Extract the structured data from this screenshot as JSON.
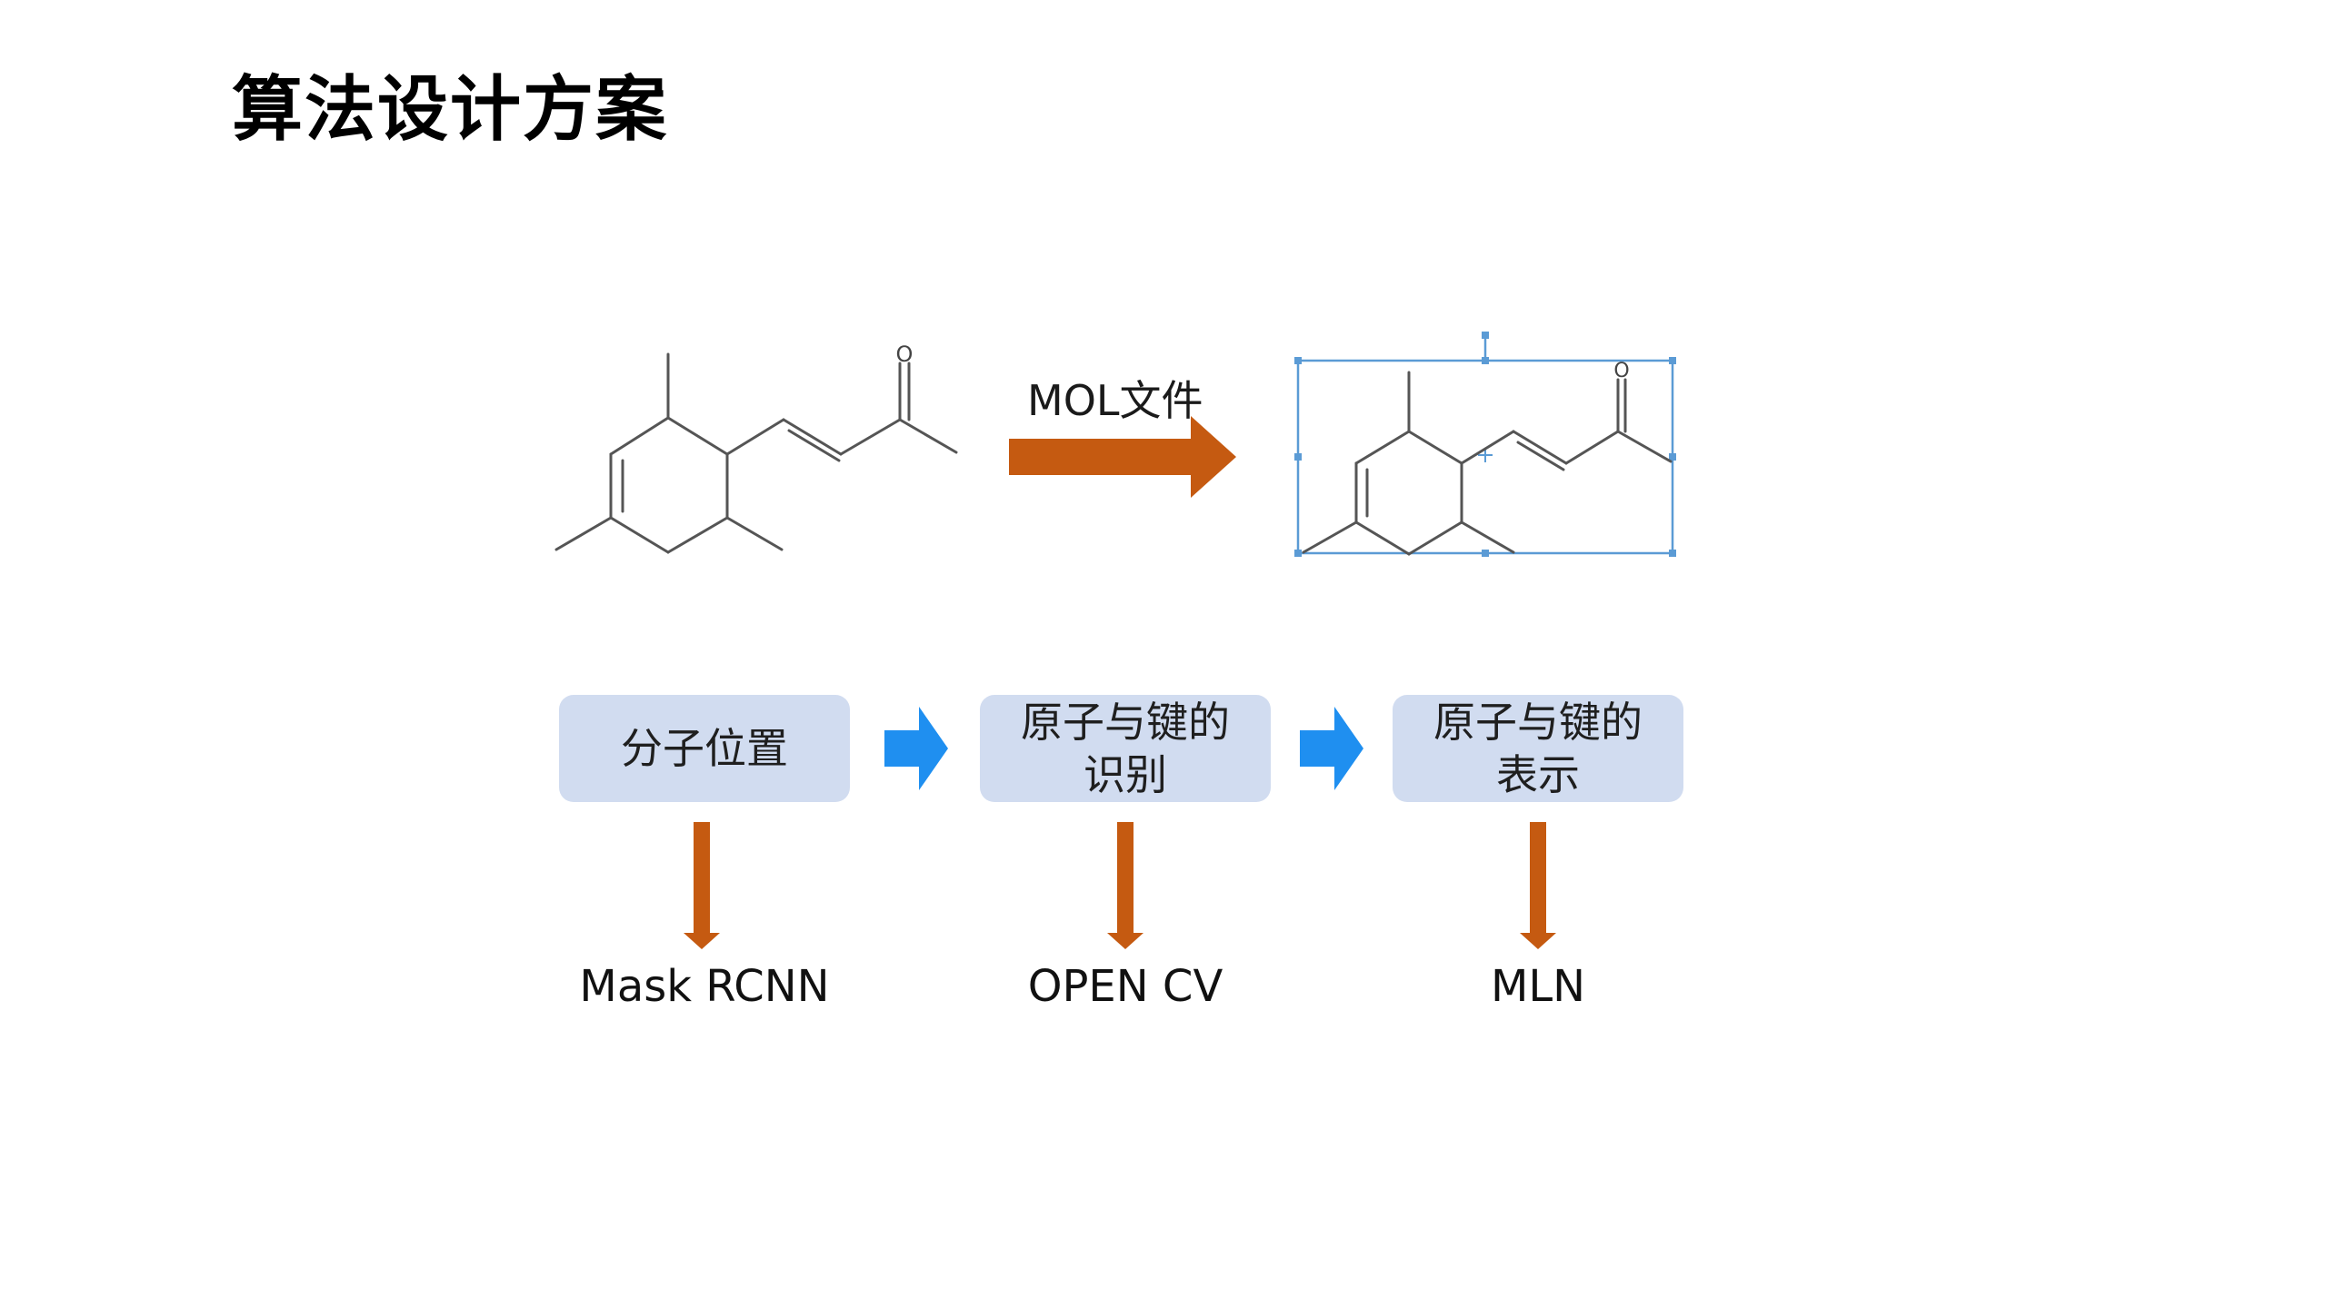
{
  "slide": {
    "title": "算法设计方案"
  },
  "conversion": {
    "label": "MOL文件",
    "atom_label_left": "O",
    "atom_label_right": "O"
  },
  "steps": [
    {
      "lines": [
        "分子位置"
      ]
    },
    {
      "lines": [
        "原子与键的",
        "识别"
      ]
    },
    {
      "lines": [
        "原子与键的",
        "表示"
      ]
    }
  ],
  "methods": [
    "Mask RCNN",
    "OPEN CV",
    "MLN"
  ],
  "colors": {
    "orange_arrow": "#c55a11",
    "blue_arrow": "#1f8ff0",
    "box_fill": "#d1dcf0",
    "selection_blue": "#5b9bd5",
    "bond": "#555555"
  }
}
